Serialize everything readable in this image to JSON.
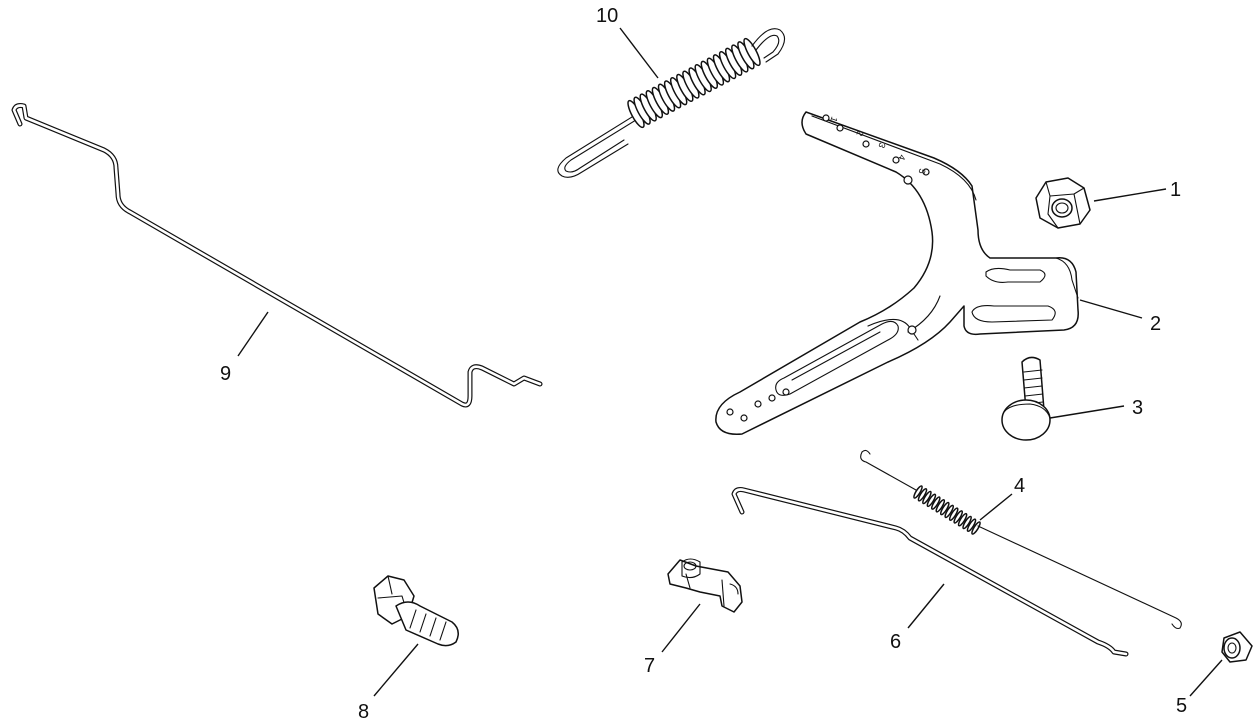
{
  "callouts": [
    {
      "id": "part-1",
      "label": "1"
    },
    {
      "id": "part-2",
      "label": "2"
    },
    {
      "id": "part-3",
      "label": "3"
    },
    {
      "id": "part-4",
      "label": "4"
    },
    {
      "id": "part-5",
      "label": "5"
    },
    {
      "id": "part-6",
      "label": "6"
    },
    {
      "id": "part-7",
      "label": "7"
    },
    {
      "id": "part-8",
      "label": "8"
    },
    {
      "id": "part-9",
      "label": "9"
    },
    {
      "id": "part-10",
      "label": "10"
    }
  ],
  "bracket_marks": [
    "1",
    "2",
    "3",
    "4",
    "5"
  ],
  "colors": {
    "line": "#111111",
    "background": "#ffffff"
  }
}
